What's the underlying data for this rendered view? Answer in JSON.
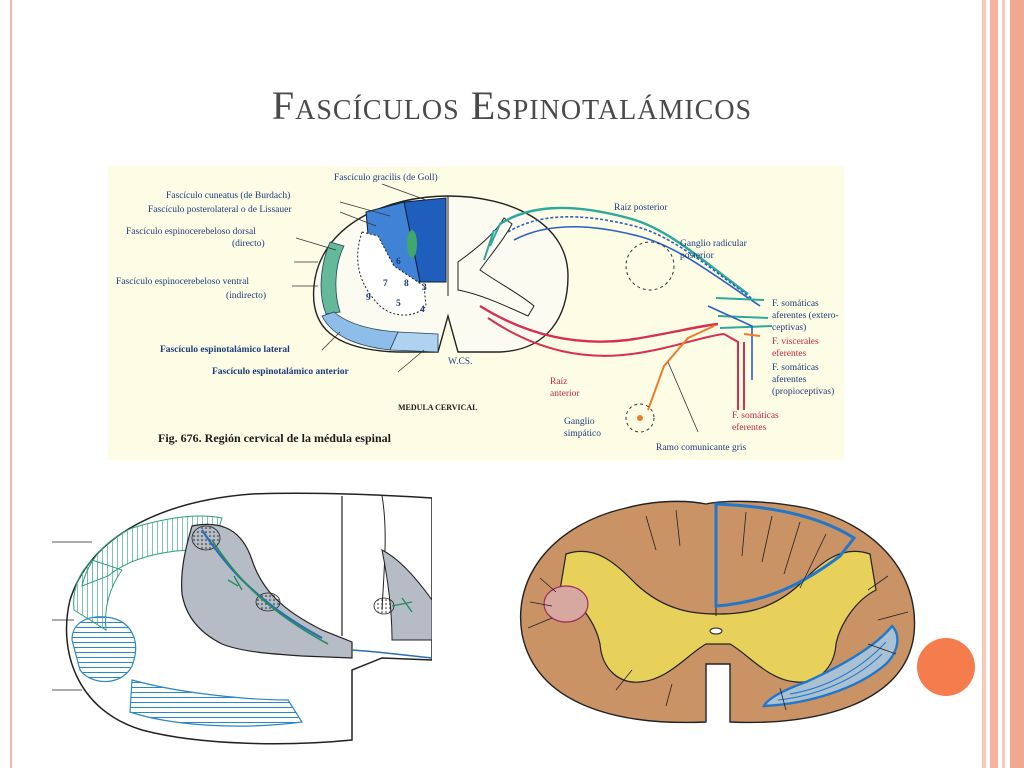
{
  "slide": {
    "title": "Fascículos Espinotalámicos",
    "colors": {
      "accent": "#f57c4d",
      "rule": "#f0b9a7",
      "title": "#4a4a4a"
    }
  },
  "figure_top": {
    "labels_left": [
      "Fascículo gracilis (de Goll)",
      "Fascículo cuneatus (de Burdach)",
      "Fascículo posterolateral o de Lissauer",
      "Fascículo espinocerebeloso dorsal",
      "(directo)",
      "Fascículo espinocerebeloso ventral",
      "(indirecto)",
      "Fascículo espinotalámico lateral",
      "Fascículo espinotalámico anterior"
    ],
    "labels_right": [
      "Raíz posterior",
      "Ganglio radicular",
      "posterior",
      "F. somáticas",
      "aferentes (extero-",
      "ceptivas)",
      "F. viscerales",
      "eferentes",
      "F. somáticas",
      "aferentes",
      "(propioceptivas)",
      "F. somáticas",
      "eferentes",
      "Raíz",
      "anterior",
      "Ganglio",
      "simpático",
      "Ramo comunicante gris"
    ],
    "gray_numbers": [
      "6",
      "7",
      "8",
      "9",
      "3",
      "5",
      "4"
    ],
    "sublabel": "MEDULA CERVICAL",
    "signature": "W.CS.",
    "caption": "Fig. 676. Región cervical de la médula espinal"
  }
}
